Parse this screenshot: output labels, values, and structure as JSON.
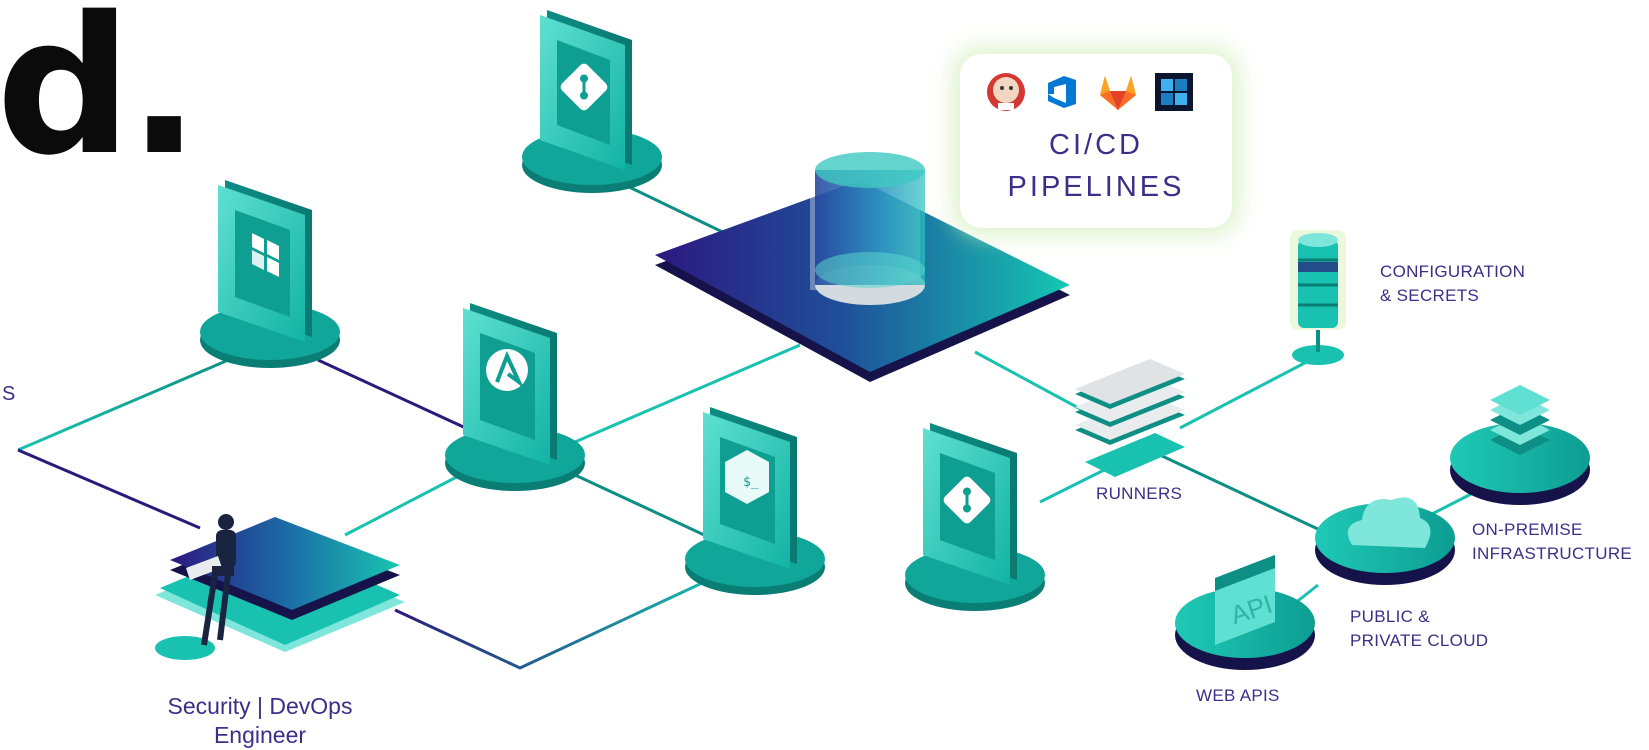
{
  "headline": "d.",
  "cut_label": "S",
  "cicd": {
    "title_line1": "CI/CD",
    "title_line2": "PIPELINES",
    "tools": [
      "jenkins-icon",
      "azure-devops-icon",
      "gitlab-icon",
      "bamboo-icon"
    ]
  },
  "labels": {
    "config_line1": "CONFIGURATION",
    "config_line2": "& SECRETS",
    "runners": "RUNNERS",
    "onprem_line1": "ON-PREMISE",
    "onprem_line2": "INFRASTRUCTURE",
    "cloud_line1": "PUBLIC &",
    "cloud_line2": "PRIVATE CLOUD",
    "webapis": "WEB APIS",
    "engineer_line1": "Security | DevOps",
    "engineer_line2": "Engineer"
  },
  "api_badge": "API",
  "colors": {
    "teal": "#14bfae",
    "teal_dark": "#0e8f86",
    "teal_light": "#7fe6dc",
    "navy": "#2a1a7a",
    "label": "#3b2f8a"
  }
}
